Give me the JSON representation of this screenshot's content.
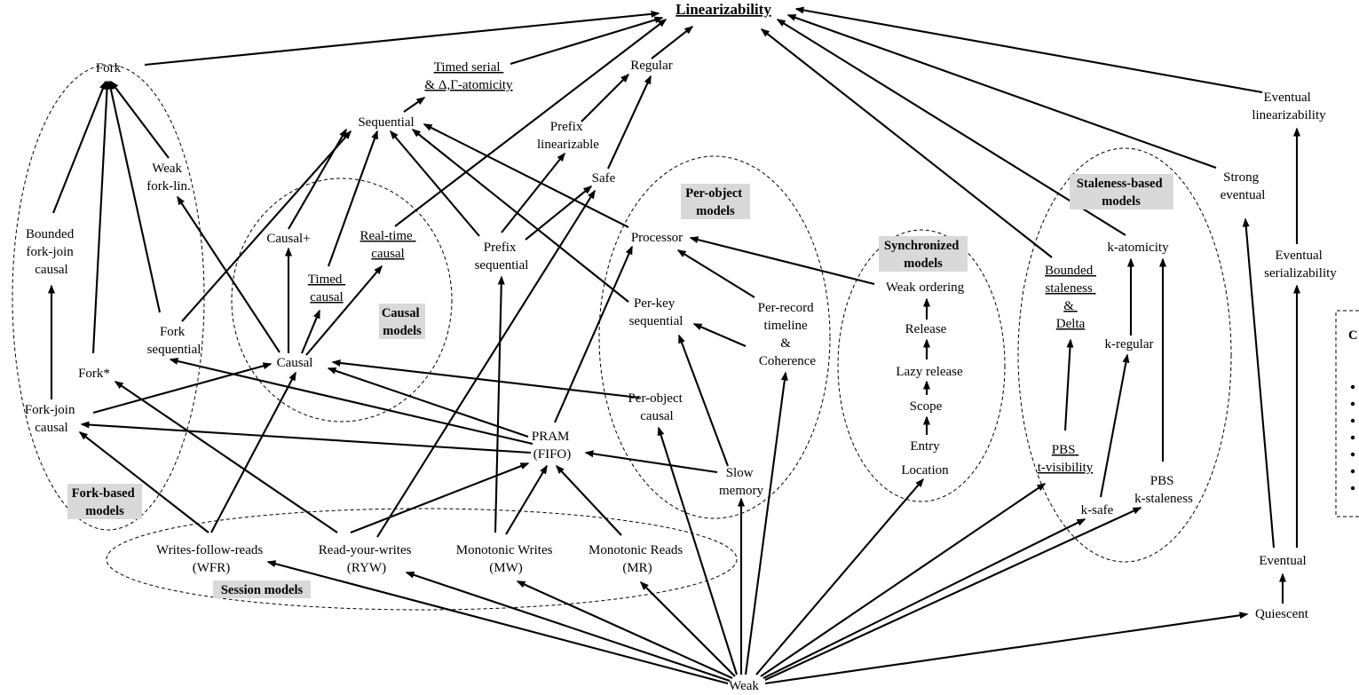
{
  "diagram": {
    "title": "Linearizability",
    "nodes": {
      "fork": [
        "Fork"
      ],
      "timed_serial": [
        "Timed serial",
        "& Δ,Γ-atomicity"
      ],
      "regular": [
        "Regular"
      ],
      "sequential": [
        "Sequential"
      ],
      "prefix_linearizable": [
        "Prefix",
        "linearizable"
      ],
      "weak_fork_lin": [
        "Weak",
        "fork-lin."
      ],
      "safe": [
        "Safe"
      ],
      "eventual_linearizability": [
        "Eventual",
        "linearizability"
      ],
      "strong_eventual": [
        "Strong",
        "eventual"
      ],
      "bounded_fork_join_causal": [
        "Bounded",
        "fork-join",
        "causal"
      ],
      "causal_plus": [
        "Causal+"
      ],
      "real_time_causal": [
        "Real-time",
        "causal"
      ],
      "prefix_sequential": [
        "Prefix",
        "sequential"
      ],
      "processor": [
        "Processor"
      ],
      "k_atomicity": [
        "k-atomicity"
      ],
      "eventual_serializability": [
        "Eventual",
        "serializability"
      ],
      "timed_causal": [
        "Timed",
        "causal"
      ],
      "weak_ordering": [
        "Weak ordering"
      ],
      "bounded_staleness": [
        "Bounded",
        "staleness",
        "&",
        "Delta"
      ],
      "per_key_sequential": [
        "Per-key",
        "sequential"
      ],
      "per_record_timeline": [
        "Per-record",
        "timeline",
        "&",
        "Coherence"
      ],
      "release": [
        "Release"
      ],
      "fork_sequential": [
        "Fork",
        "sequential"
      ],
      "k_regular": [
        "k-regular"
      ],
      "causal": [
        "Causal"
      ],
      "fork_star": [
        "Fork*"
      ],
      "lazy_release": [
        "Lazy release"
      ],
      "per_object_causal": [
        "Per-object",
        "causal"
      ],
      "scope": [
        "Scope"
      ],
      "fork_join_causal": [
        "Fork-join",
        "causal"
      ],
      "pram": [
        "PRAM",
        "(FIFO)"
      ],
      "entry": [
        "Entry"
      ],
      "location": [
        "Location"
      ],
      "pbs_t_visibility": [
        "PBS",
        "t-visibility"
      ],
      "pbs_k_staleness": [
        "PBS",
        "k-staleness"
      ],
      "slow_memory": [
        "Slow",
        "memory"
      ],
      "k_safe": [
        "k-safe"
      ],
      "wfr": [
        "Writes-follow-reads",
        "(WFR)"
      ],
      "ryw": [
        "Read-your-writes",
        "(RYW)"
      ],
      "mw": [
        "Monotonic Writes",
        "(MW)"
      ],
      "mr": [
        "Monotonic Reads",
        "(MR)"
      ],
      "eventual": [
        "Eventual"
      ],
      "quiescent": [
        "Quiescent"
      ],
      "weak": [
        "Weak"
      ]
    },
    "groups": {
      "fork_based": [
        "Fork-based",
        "models"
      ],
      "causal": [
        "Causal",
        "models"
      ],
      "per_object": [
        "Per-object",
        "models"
      ],
      "synchronized": [
        "Synchronized",
        "models"
      ],
      "staleness_based": [
        "Staleness-based",
        "models"
      ],
      "session": [
        "Session models"
      ]
    },
    "legend_partial": {
      "letter": "C"
    }
  }
}
